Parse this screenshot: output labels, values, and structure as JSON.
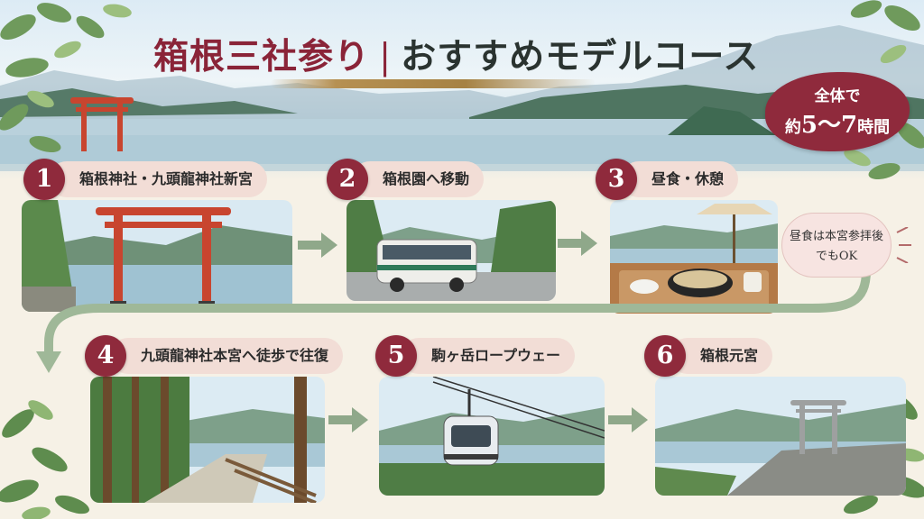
{
  "header": {
    "title_main": "箱根三社参り",
    "title_sep": "|",
    "title_sub": "おすすめモデルコース"
  },
  "badge": {
    "line1": "全体で",
    "line2_prefix": "約",
    "line2_value": "5〜7",
    "line2_suffix": "時間"
  },
  "steps": [
    {
      "number": "1",
      "label": "箱根神社・九頭龍神社新宮"
    },
    {
      "number": "2",
      "label": "箱根園へ移動"
    },
    {
      "number": "3",
      "label": "昼食・休憩"
    },
    {
      "number": "4",
      "label": "九頭龍神社本宮へ徒歩で往復"
    },
    {
      "number": "5",
      "label": "駒ヶ岳ロープウェー"
    },
    {
      "number": "6",
      "label": "箱根元宮"
    }
  ],
  "note": {
    "line1": "昼食は本宮参拝後",
    "line2": "でもOK"
  },
  "colors": {
    "accent": "#8f2a3c",
    "label_bg": "#f2ddd6",
    "arrow": "#8fa88a",
    "torii": "#c8452f"
  }
}
